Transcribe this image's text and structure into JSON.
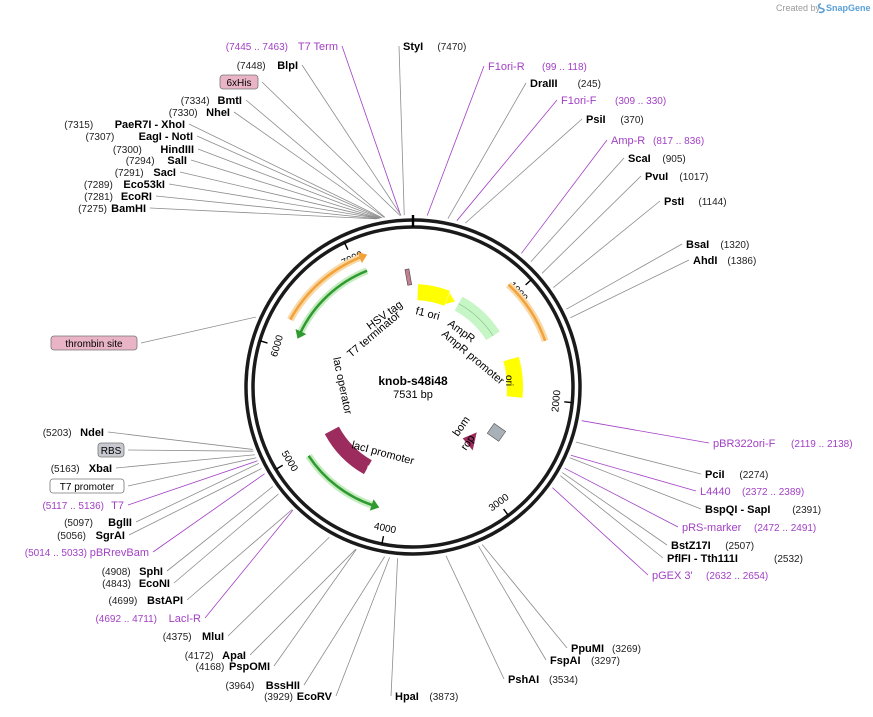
{
  "credit": {
    "created_by": "Created by",
    "brand": "SnapGene"
  },
  "plasmid": {
    "name": "knob-s48i48",
    "size_label": "7531 bp",
    "length": 7531
  },
  "ruler": [
    {
      "bp": 1000,
      "label": "1000"
    },
    {
      "bp": 2000,
      "label": "2000"
    },
    {
      "bp": 3000,
      "label": "3000"
    },
    {
      "bp": 4000,
      "label": "4000"
    },
    {
      "bp": 5000,
      "label": "5000"
    },
    {
      "bp": 6000,
      "label": "6000"
    },
    {
      "bp": 7000,
      "label": "7000"
    }
  ],
  "right_labels": [
    {
      "bp": 7470,
      "name": "StyI",
      "pos": "(7470)",
      "type": "enzyme"
    },
    {
      "bp": 99,
      "name": "F1ori-R",
      "pos": "(99 .. 118)",
      "type": "primer"
    },
    {
      "bp": 245,
      "name": "DraIII",
      "pos": "(245)",
      "type": "enzyme"
    },
    {
      "bp": 309,
      "name": "F1ori-F",
      "pos": "(309 .. 330)",
      "type": "primer"
    },
    {
      "bp": 370,
      "name": "PsiI",
      "pos": "(370)",
      "type": "enzyme"
    },
    {
      "bp": 817,
      "name": "Amp-R",
      "pos": "(817 .. 836)",
      "type": "primer"
    },
    {
      "bp": 905,
      "name": "ScaI",
      "pos": "(905)",
      "type": "enzyme"
    },
    {
      "bp": 1017,
      "name": "PvuI",
      "pos": "(1017)",
      "type": "enzyme"
    },
    {
      "bp": 1144,
      "name": "PstI",
      "pos": "(1144)",
      "type": "enzyme"
    },
    {
      "bp": 1320,
      "name": "BsaI",
      "pos": "(1320)",
      "type": "enzyme"
    },
    {
      "bp": 1386,
      "name": "AhdI",
      "pos": "(1386)",
      "type": "enzyme"
    },
    {
      "bp": 2119,
      "name": "pBR322ori-F",
      "pos": "(2119 .. 2138)",
      "type": "primer"
    },
    {
      "bp": 2274,
      "name": "PciI",
      "pos": "(2274)",
      "type": "enzyme"
    },
    {
      "bp": 2372,
      "name": "L4440",
      "pos": "(2372 .. 2389)",
      "type": "primer"
    },
    {
      "bp": 2391,
      "name": "BspQI - SapI",
      "pos": "(2391)",
      "type": "enzyme"
    },
    {
      "bp": 2472,
      "name": "pRS-marker",
      "pos": "(2472 .. 2491)",
      "type": "primer"
    },
    {
      "bp": 2507,
      "name": "BstZ17I",
      "pos": "(2507)",
      "type": "enzyme"
    },
    {
      "bp": 2532,
      "name": "PflFI - Tth111I",
      "pos": "(2532)",
      "type": "enzyme"
    },
    {
      "bp": 2632,
      "name": "pGEX 3'",
      "pos": "(2632 .. 2654)",
      "type": "primer"
    },
    {
      "bp": 3269,
      "name": "PpuMI",
      "pos": "(3269)",
      "type": "enzyme"
    },
    {
      "bp": 3297,
      "name": "FspAI",
      "pos": "(3297)",
      "type": "enzyme"
    },
    {
      "bp": 3534,
      "name": "PshAI",
      "pos": "(3534)",
      "type": "enzyme"
    },
    {
      "bp": 3873,
      "name": "HpaI",
      "pos": "(3873)",
      "type": "enzyme"
    }
  ],
  "left_labels": [
    {
      "bp": 7445,
      "name": "T7 Term",
      "pos": "(7445 .. 7463)",
      "type": "primer"
    },
    {
      "bp": 7448,
      "name": "BlpI",
      "pos": "(7448)",
      "type": "enzyme"
    },
    {
      "bp": 7440,
      "name": "6xHis",
      "pos": "",
      "type": "box"
    },
    {
      "bp": 7334,
      "name": "BmtI",
      "pos": "(7334)",
      "type": "enzyme"
    },
    {
      "bp": 7330,
      "name": "NheI",
      "pos": "(7330)",
      "type": "enzyme"
    },
    {
      "bp": 7315,
      "name": "PaeR7I - XhoI",
      "pos": "(7315)",
      "type": "enzyme"
    },
    {
      "bp": 7307,
      "name": "EagI - NotI",
      "pos": "(7307)",
      "type": "enzyme"
    },
    {
      "bp": 7300,
      "name": "HindIII",
      "pos": "(7300)",
      "type": "enzyme"
    },
    {
      "bp": 7294,
      "name": "SalI",
      "pos": "(7294)",
      "type": "enzyme"
    },
    {
      "bp": 7291,
      "name": "SacI",
      "pos": "(7291)",
      "type": "enzyme"
    },
    {
      "bp": 7289,
      "name": "Eco53kI",
      "pos": "(7289)",
      "type": "enzyme"
    },
    {
      "bp": 7281,
      "name": "EcoRI",
      "pos": "(7281)",
      "type": "enzyme"
    },
    {
      "bp": 7275,
      "name": "BamHI",
      "pos": "(7275)",
      "type": "enzyme"
    },
    {
      "bp": 6150,
      "name": "thrombin site",
      "pos": "",
      "type": "box"
    },
    {
      "bp": 5203,
      "name": "NdeI",
      "pos": "(5203)",
      "type": "enzyme"
    },
    {
      "bp": 5190,
      "name": "RBS",
      "pos": "",
      "type": "boxgray"
    },
    {
      "bp": 5163,
      "name": "XbaI",
      "pos": "(5163)",
      "type": "enzyme"
    },
    {
      "bp": 5140,
      "name": "T7 promoter",
      "pos": "",
      "type": "boxwhite"
    },
    {
      "bp": 5117,
      "name": "T7",
      "pos": "(5117 .. 5136)",
      "type": "primer"
    },
    {
      "bp": 5097,
      "name": "BglII",
      "pos": "(5097)",
      "type": "enzyme"
    },
    {
      "bp": 5056,
      "name": "SgrAI",
      "pos": "(5056)",
      "type": "enzyme"
    },
    {
      "bp": 5014,
      "name": "pBRrevBam",
      "pos": "(5014 .. 5033)",
      "type": "primer"
    },
    {
      "bp": 4908,
      "name": "SphI",
      "pos": "(4908)",
      "type": "enzyme"
    },
    {
      "bp": 4843,
      "name": "EcoNI",
      "pos": "(4843)",
      "type": "enzyme"
    },
    {
      "bp": 4699,
      "name": "BstAPI",
      "pos": "(4699)",
      "type": "enzyme"
    },
    {
      "bp": 4692,
      "name": "LacI-R",
      "pos": "(4692 .. 4711)",
      "type": "primer"
    },
    {
      "bp": 4375,
      "name": "MluI",
      "pos": "(4375)",
      "type": "enzyme"
    },
    {
      "bp": 4172,
      "name": "ApaI",
      "pos": "(4172)",
      "type": "enzyme"
    },
    {
      "bp": 4168,
      "name": "PspOMI",
      "pos": "(4168)",
      "type": "enzyme"
    },
    {
      "bp": 3964,
      "name": "BssHII",
      "pos": "(3964)",
      "type": "enzyme"
    },
    {
      "bp": 3929,
      "name": "EcoRV",
      "pos": "(3929)",
      "type": "enzyme"
    }
  ],
  "inner_features": [
    {
      "name": "HSV tag"
    },
    {
      "name": "T7 terminator"
    },
    {
      "name": "f1 ori"
    },
    {
      "name": "AmpR"
    },
    {
      "name": "AmpR promoter"
    },
    {
      "name": "ori"
    },
    {
      "name": "bom"
    },
    {
      "name": "rop"
    },
    {
      "name": "lacI promoter"
    },
    {
      "name": "lacI"
    },
    {
      "name": "lac operator"
    }
  ],
  "colors": {
    "primer": "#a23fc5",
    "enzyme": "#000000",
    "line": "#8c8c8c",
    "f1ori": "#ffff00",
    "ampr": "#c6f5c6",
    "lacI": "#9b2c5d",
    "orange": "#f3a23a",
    "green": "#2f9a2f",
    "box_pink": "#e8b4c6",
    "box_gray": "#c8c8d0"
  }
}
